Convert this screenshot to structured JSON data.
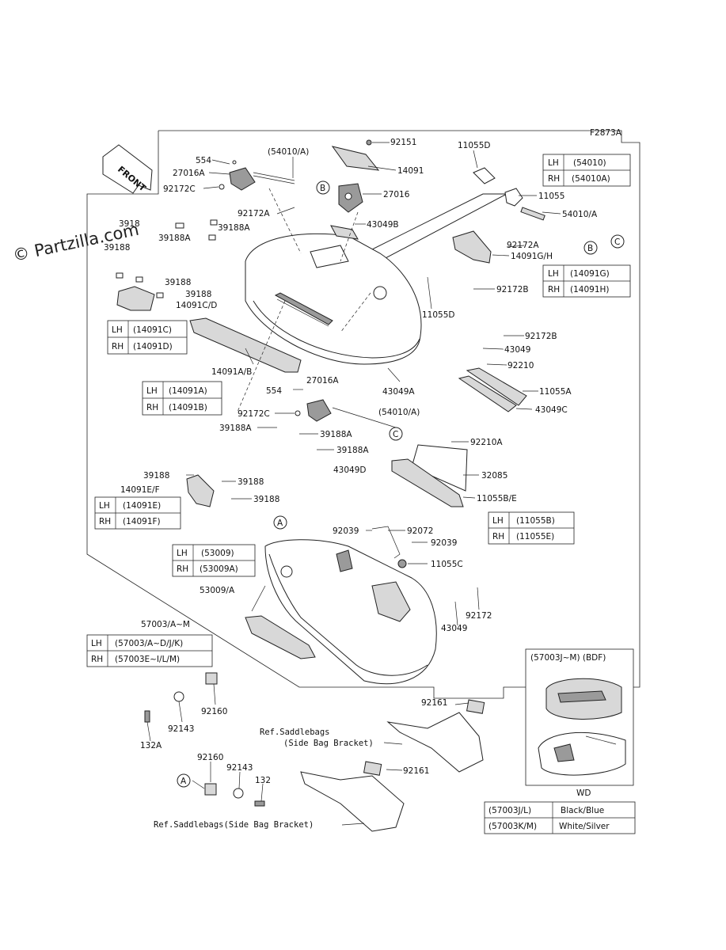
{
  "diagram_code": "F2873A",
  "watermark": "© Partzilla.com",
  "front_label": "FRONT",
  "callout_letters": {
    "a": "A",
    "b": "B",
    "c": "C"
  },
  "part_numbers": {
    "p554": "554",
    "p27016A": "27016A",
    "p92172C": "92172C",
    "p54010A_paren": "(54010/A)",
    "p92151": "92151",
    "p14091": "14091",
    "p27016": "27016",
    "p92172A": "92172A",
    "p43049B": "43049B",
    "p11055D": "11055D",
    "p11055": "11055",
    "p54010_A": "54010/A",
    "p14091GH": "14091G/H",
    "p92172B": "92172B",
    "p39188": "39188",
    "p39188A": "39188A",
    "p14091CD": "14091C/D",
    "p14091AB": "14091A/B",
    "p43049A": "43049A",
    "p43049": "43049",
    "p92210": "92210",
    "p11055A": "11055A",
    "p43049C": "43049C",
    "p92210A": "92210A",
    "p43049D": "43049D",
    "p32085": "32085",
    "p11055BE": "11055B/E",
    "p14091EF": "14091E/F",
    "p92039": "92039",
    "p92072": "92072",
    "p11055C": "11055C",
    "p53009A": "53009/A",
    "p92172": "92172",
    "p57003AM": "57003/A~M",
    "p92160": "92160",
    "p92143": "92143",
    "p132A": "132A",
    "p132": "132",
    "p92161": "92161",
    "p3918x": "3918"
  },
  "ref_notes": {
    "saddlebags_upper_1": "Ref.Saddlebags",
    "saddlebags_upper_2": "(Side Bag Bracket)",
    "saddlebags_lower": "Ref.Saddlebags(Side Bag Bracket)"
  },
  "tables": {
    "t54010": {
      "rows": [
        [
          "LH",
          "(54010)"
        ],
        [
          "RH",
          "(54010A)"
        ]
      ]
    },
    "t14091GH": {
      "rows": [
        [
          "LH",
          "(14091G)"
        ],
        [
          "RH",
          "(14091H)"
        ]
      ]
    },
    "t14091CD": {
      "rows": [
        [
          "LH",
          "(14091C)"
        ],
        [
          "RH",
          "(14091D)"
        ]
      ]
    },
    "t14091AB": {
      "rows": [
        [
          "LH",
          "(14091A)"
        ],
        [
          "RH",
          "(14091B)"
        ]
      ]
    },
    "t14091EF": {
      "rows": [
        [
          "LH",
          "(14091E)"
        ],
        [
          "RH",
          "(14091F)"
        ]
      ]
    },
    "t11055BE": {
      "rows": [
        [
          "LH",
          "(11055B)"
        ],
        [
          "RH",
          "(11055E)"
        ]
      ]
    },
    "t53009": {
      "rows": [
        [
          "LH",
          "(53009)"
        ],
        [
          "RH",
          "(53009A)"
        ]
      ]
    },
    "t57003": {
      "rows": [
        [
          "LH",
          "(57003/A~D/J/K)"
        ],
        [
          "RH",
          "(57003E~I/L/M)"
        ]
      ]
    },
    "tColors": {
      "rows": [
        [
          "(57003J/L)",
          "Black/Blue"
        ],
        [
          "(57003K/M)",
          "White/Silver"
        ]
      ]
    }
  },
  "inset": {
    "title": "(57003J~M)  (BDF)",
    "wd_label": "WD"
  }
}
